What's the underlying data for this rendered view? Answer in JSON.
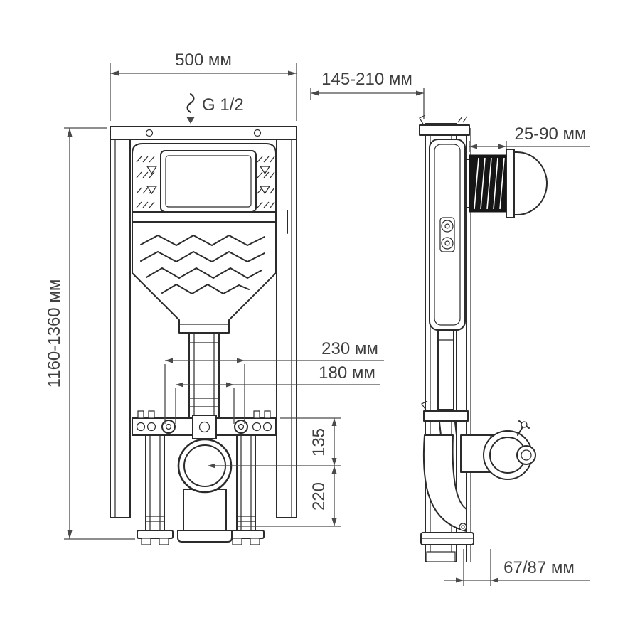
{
  "page": {
    "background_color": "#ffffff",
    "drawing_color": "#2b2b2b",
    "dimension_color": "#4a4a4a"
  },
  "drawing": {
    "units": "мм",
    "icons": {
      "water_supply": "water-squiggle-icon",
      "flow_direction": "down-arrow-icon"
    },
    "labels": {
      "top_width": "500 мм",
      "water_connection": "G 1/2",
      "height_range": "1160-1360 мм",
      "depth_range": "145-210 мм",
      "plate_depth_range": "25-90 мм",
      "spacing_wide": "230 мм",
      "spacing_narrow": "180 мм",
      "outlet_drop": "135",
      "outlet_floor": "220",
      "outlet_offset": "67/87 мм"
    }
  }
}
